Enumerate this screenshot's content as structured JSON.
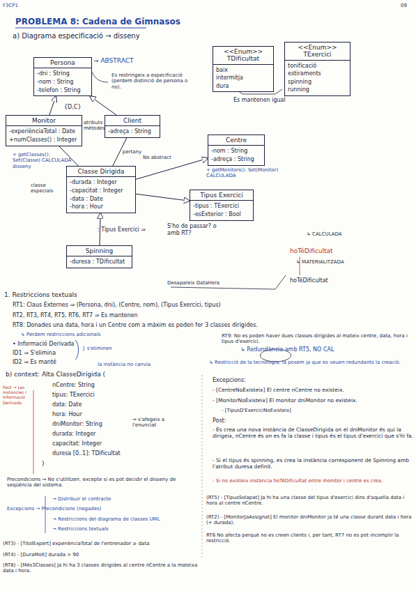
{
  "diagram": {
    "title": "PROBLEMA 8: Cadena de Gimnasos",
    "nodes": [
      {
        "text": [
          "Persona",
          "-dni : String",
          "-nom : String",
          "-telefon : String"
        ]
      },
      {
        "text": [
          "Monitor",
          "-experiènciaTotal : Date",
          "+numClasses() : Integer"
        ]
      },
      {
        "text": [
          "Client",
          "-adreça : String"
        ]
      },
      {
        "text": [
          "Centre",
          "-nom : String",
          "-adreça : String"
        ]
      },
      {
        "text": [
          "Classe Dirigida",
          "-durada : Integer",
          "-capacitat : Integer",
          "-data : Date",
          "-hora : Hour"
        ]
      },
      {
        "text": [
          "Tipus Exercici",
          "-tipus : TExercici",
          "-esExterior : Bool"
        ]
      },
      {
        "text": [
          "Spinning",
          "-duresa : TDificultat"
        ]
      },
      {
        "text": [
          "<<Enum>> TDificultat",
          "baix",
          "intermitja",
          "dura"
        ]
      },
      {
        "text": [
          "<<Enum>> TExercici",
          "tonificació",
          "estiraments",
          "spinning",
          "running"
        ]
      }
    ],
    "edges": [
      {
        "from": 1,
        "to": 0,
        "arrow": "to"
      },
      {
        "from": 2,
        "to": 0,
        "arrow": "to"
      },
      {
        "from": 6,
        "to": 4,
        "arrow": "to"
      },
      {
        "from": 1,
        "to": 4,
        "arrow": "none"
      },
      {
        "from": 4,
        "to": 3,
        "arrow": "to"
      },
      {
        "from": 4,
        "to": 5,
        "arrow": "to"
      },
      {
        "from": 2,
        "to": 4,
        "label": "pertany",
        "arrow": "none"
      }
    ],
    "labels": [
      "F3CP1",
      "09",
      "a) Diagrama especificació → disseny",
      "→ ABSTRACT",
      "Es restringeix a especificació (perdem distinció de persona o no).",
      "Es mantenen igual",
      "{D,C}",
      "atributs mètodes",
      "+ getClasses(): Set(Classe) CALCULADA disseny",
      "+ getMonitors(): Set(Monitor) CALCULADA",
      "No abstract",
      "classe especials",
      ": Tipus Exercici ⇒",
      "S'ho de passar? o amb RT?",
      "hoTéDificultat",
      "↳ CALCULADA",
      "↳ MATERIALITZADA",
      "hoTéDificultat",
      "Desapareix DataHora",
      "1. Restriccions textuals",
      "RT1: Claus Externes ⇒ (Persona, dni), (Centre, nom), (Tipus Exercici, tipus)",
      "RT2, RT3, RT4, RT5, RT6, RT7 ⇒ Es mantenen",
      "RT8: Donades una data, hora i un Centre com a màxim es poden fer 3 classes dirigides.",
      "↳ Perdem restriccions adicionals",
      "• Informació Derivada",
      "} s'eliminen",
      "ID1 ⇒ S'elimina",
      "ID2 ⇒ Es manté",
      "RT9: No es poden haver dues classes dirigides al mateix centre, data, hora i tipus d'exercici.",
      "↳ Redundància amb RT5, NO CAL",
      "↳ Restricció de la tecnologia, la posem ja que es veuen redundants la creació.",
      "la instància no canvia",
      "b) context: Alta ClasseDirigida (",
      "nCentre: String",
      "tipus: TExercici",
      "data: Date",
      "hora: Hour",
      "dniMonitor: String",
      "durada: Integer",
      "capacitat: Integer",
      "duresa [0..1]: TDificultat",
      ")",
      "⇒ s'afegeix a l'enunciat",
      "Excepcions:",
      "- [CentreNoExisteix] El centre nCentre no existeix.",
      "- [MonitorNoExisteix] El monitor dniMonitor no existeix.",
      "- [TipusD'ExerciciNoExisteix]",
      "Post:",
      "- Es crea una nova instància de ClasseDirigida on el dniMonitor és qui la dirigeix, nCentre és on es fa la classe i tipus és el tipus d'exercici que s'hi fa.",
      "- Si el tipus és spinning, es crea la instància corresponent de Spinning amb l'atribut duresa definit.",
      "- Si no existeix instància hoTéDificultat entre monitor i centre es crea.",
      "(RT5) - [TipusSolapat] Ja hi ha una classe del tipus d'exercici dins d'aquella data i hora al centre nCentre.",
      "(RT2) - [MonitorJaAssignat] El monitor dniMonitor ja té una classe durant data i hora (+ durada).",
      "RT6 No afecta perquè no es creen clients i, per tant, RT7 no es pot incomplir la restricció.",
      "Post ⇒ Les instàncies i Informació Derivada",
      "Precondicions ⇒ No s'utilitzen, excepte si es pot decidir el disseny de seqüència del sistema.",
      "→ Distribuir el contracte",
      "Excepcions → Precondicions (negades)",
      "→ Restriccions del diagrama de classes UML",
      "→ Restriccions textuals",
      "(RT3) - [TitolExpert] experiènciaTotal de l'entrenador ≥ data",
      "(RT4) - [DuraMolt] durada > 90",
      "(RT8) - [Més3Classes] Ja hi ha 3 classes dirigides al centre nCentre a la mateixa data i hora."
    ]
  }
}
